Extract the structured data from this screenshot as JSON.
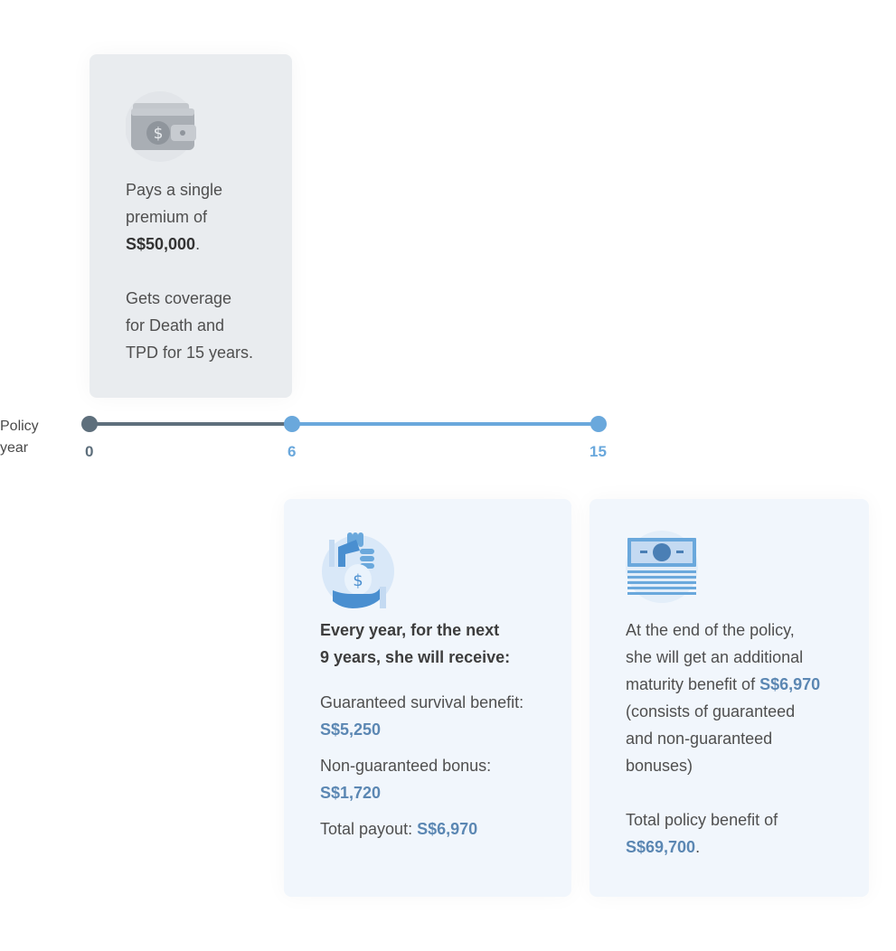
{
  "premium_card": {
    "line1": "Pays a single",
    "line2": "premium of",
    "amount": "S$50,000",
    "amount_suffix": ".",
    "cov1": "Gets coverage",
    "cov2": "for Death and",
    "cov3": "TPD for 15 years.",
    "icon": "wallet-icon"
  },
  "timeline": {
    "label_line1": "Policy",
    "label_line2": "year",
    "marks": [
      "0",
      "6",
      "15"
    ]
  },
  "yearly_card": {
    "icon": "money-bag-hand-icon",
    "heading1": "Every year, for the next",
    "heading2": "9 years, she will receive:",
    "survival_label": "Guaranteed survival benefit:",
    "survival_value": "S$5,250",
    "bonus_label": "Non-guaranteed bonus:",
    "bonus_value": "S$1,720",
    "total_label": "Total payout: ",
    "total_value": "S$6,970"
  },
  "maturity_card": {
    "icon": "banknote-stack-icon",
    "line1": "At the end of the policy,",
    "line2": "she will get an additional",
    "line3": "maturity benefit of ",
    "line3_value": "S$6,970",
    "line4": "(consists of guaranteed",
    "line5": "and non-guaranteed",
    "line6": "bonuses)",
    "total_line": "Total policy benefit of",
    "total_value": "S$69,700",
    "total_suffix": "."
  },
  "colors": {
    "accent_blue": "#6aa8dc",
    "value_blue": "#5b87b3",
    "timeline_dark": "#5e6f7c",
    "grey_card": "#e9ecef",
    "blue_card": "#f1f6fc"
  }
}
